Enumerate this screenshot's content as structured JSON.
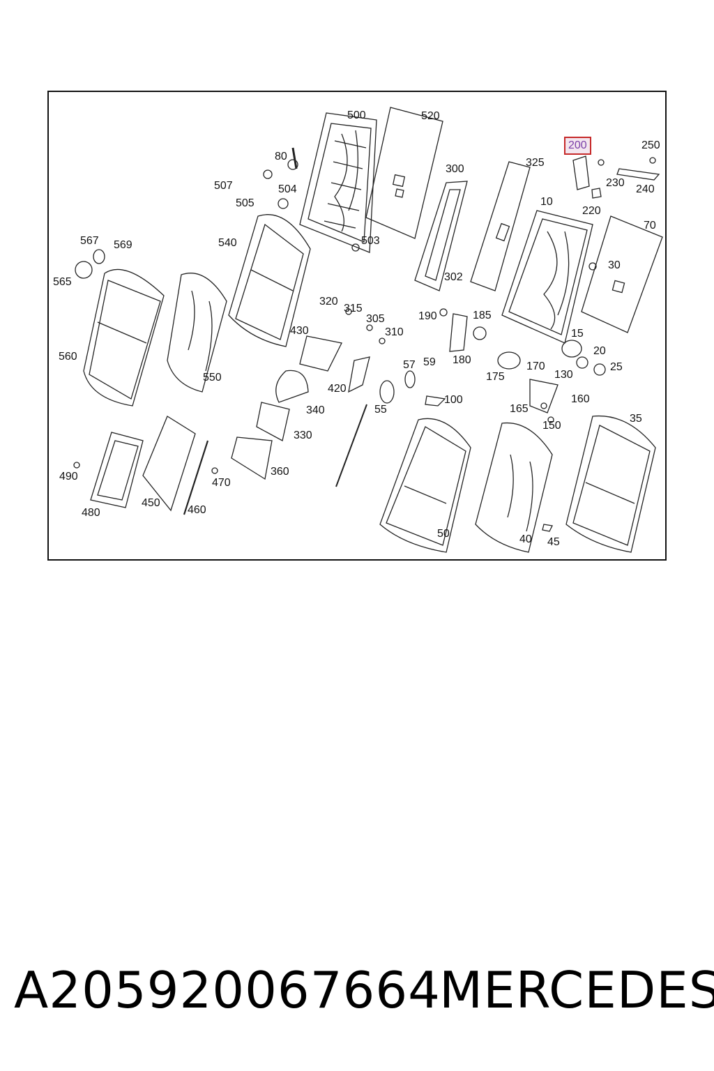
{
  "diagram": {
    "highlighted_part": "200",
    "callouts": [
      "500",
      "520",
      "80",
      "507",
      "504",
      "505",
      "300",
      "325",
      "200",
      "250",
      "230",
      "240",
      "220",
      "10",
      "70",
      "567",
      "569",
      "565",
      "540",
      "503",
      "30",
      "302",
      "320",
      "315",
      "305",
      "310",
      "430",
      "190",
      "185",
      "15",
      "20",
      "25",
      "560",
      "180",
      "175",
      "170",
      "130",
      "420",
      "57",
      "59",
      "550",
      "55",
      "100",
      "165",
      "160",
      "150",
      "35",
      "340",
      "330",
      "490",
      "470",
      "360",
      "480",
      "450",
      "460",
      "50",
      "40",
      "45"
    ]
  },
  "caption": {
    "part_number": "A205920067664",
    "brand": "MERCEDES"
  }
}
